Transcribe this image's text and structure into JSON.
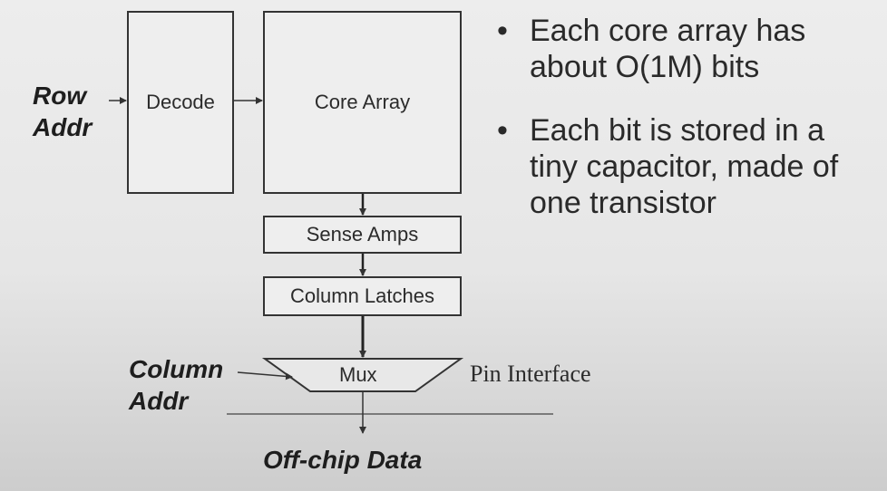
{
  "diagram": {
    "row_addr_line1": "Row",
    "row_addr_line2": "Addr",
    "decode": "Decode",
    "core_array": "Core Array",
    "sense_amps": "Sense Amps",
    "column_latches": "Column Latches",
    "mux": "Mux",
    "pin_interface": "Pin Interface",
    "column_addr_line1": "Column",
    "column_addr_line2": "Addr",
    "off_chip_data": "Off-chip Data"
  },
  "bullets": [
    {
      "marker": "•",
      "text": "Each core array has about O(1M) bits"
    },
    {
      "marker": "•",
      "text": "Each bit is stored in a tiny capacitor, made of one transistor"
    }
  ]
}
